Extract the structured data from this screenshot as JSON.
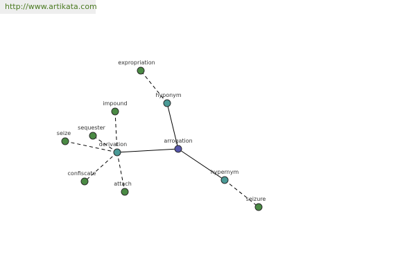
{
  "header": {
    "url": "http://www.artikata.com"
  },
  "colors": {
    "center": "#5555aa",
    "relation": "#4a9a96",
    "leaf": "#4a8a44",
    "outline": "#2a2a2a",
    "edge": "#000000",
    "url": "#4a7a20"
  },
  "graph": {
    "nodes": [
      {
        "id": "arrogation",
        "label": "arrogation",
        "kind": "center"
      },
      {
        "id": "hyponym",
        "label": "hyponym",
        "kind": "relation"
      },
      {
        "id": "hypernym",
        "label": "hypernym",
        "kind": "relation"
      },
      {
        "id": "derivation",
        "label": "derivation",
        "kind": "relation"
      },
      {
        "id": "expropriation",
        "label": "expropriation",
        "kind": "leaf"
      },
      {
        "id": "seizure",
        "label": "seizure",
        "kind": "leaf"
      },
      {
        "id": "impound",
        "label": "impound",
        "kind": "leaf"
      },
      {
        "id": "sequester",
        "label": "sequester",
        "kind": "leaf"
      },
      {
        "id": "seize",
        "label": "seize",
        "kind": "leaf"
      },
      {
        "id": "confiscate",
        "label": "confiscate",
        "kind": "leaf"
      },
      {
        "id": "attach",
        "label": "attach",
        "kind": "leaf"
      }
    ],
    "edges": [
      {
        "from": "arrogation",
        "to": "hyponym",
        "style": "solid"
      },
      {
        "from": "arrogation",
        "to": "hypernym",
        "style": "solid"
      },
      {
        "from": "arrogation",
        "to": "derivation",
        "style": "solid"
      },
      {
        "from": "hyponym",
        "to": "expropriation",
        "style": "dashed"
      },
      {
        "from": "hypernym",
        "to": "seizure",
        "style": "dashed"
      },
      {
        "from": "derivation",
        "to": "impound",
        "style": "dashed"
      },
      {
        "from": "derivation",
        "to": "sequester",
        "style": "dashed"
      },
      {
        "from": "derivation",
        "to": "seize",
        "style": "dashed"
      },
      {
        "from": "derivation",
        "to": "confiscate",
        "style": "dashed"
      },
      {
        "from": "derivation",
        "to": "attach",
        "style": "dashed"
      }
    ]
  }
}
